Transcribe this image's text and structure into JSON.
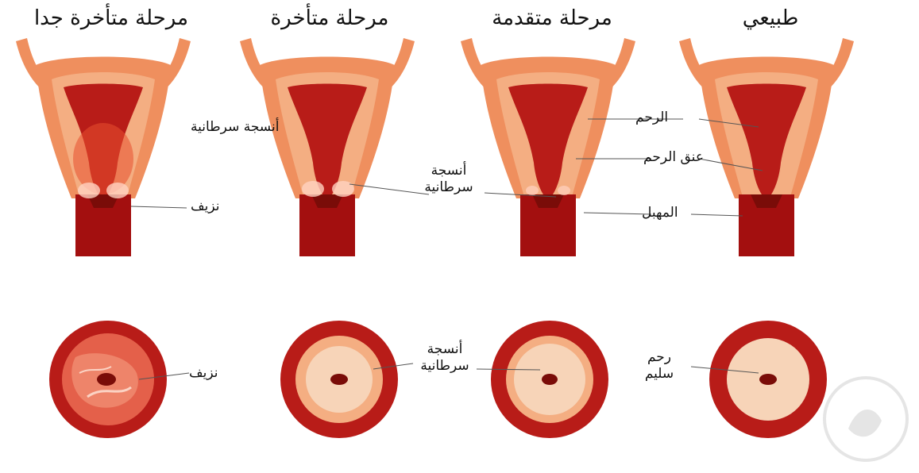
{
  "stages": [
    {
      "id": "very-late",
      "title": "مرحلة متأخرة جدا"
    },
    {
      "id": "late",
      "title": "مرحلة متأخرة"
    },
    {
      "id": "advanced",
      "title": "مرحلة متقدمة"
    },
    {
      "id": "normal",
      "title": "طبيعي"
    }
  ],
  "labels": {
    "cancer_tissue_1": "أنسجة سرطانية",
    "bleeding_1": "نزيف",
    "cancer_tissue_2": "أنسجة سرطانية",
    "uterus": "الرحم",
    "cervix": "عنق الرحم",
    "vagina": "المهبل",
    "bleeding_2": "نزيف",
    "cancer_tissue_3": "أنسجة سرطانية",
    "healthy_uterus": "رحم سليم"
  },
  "colors": {
    "outer": "#ef8f5e",
    "inner": "#f4ae82",
    "cavity": "#b81c18",
    "dark": "#a30f0f",
    "ring_light": "#f7d4b8",
    "os": "#7a0c08"
  }
}
